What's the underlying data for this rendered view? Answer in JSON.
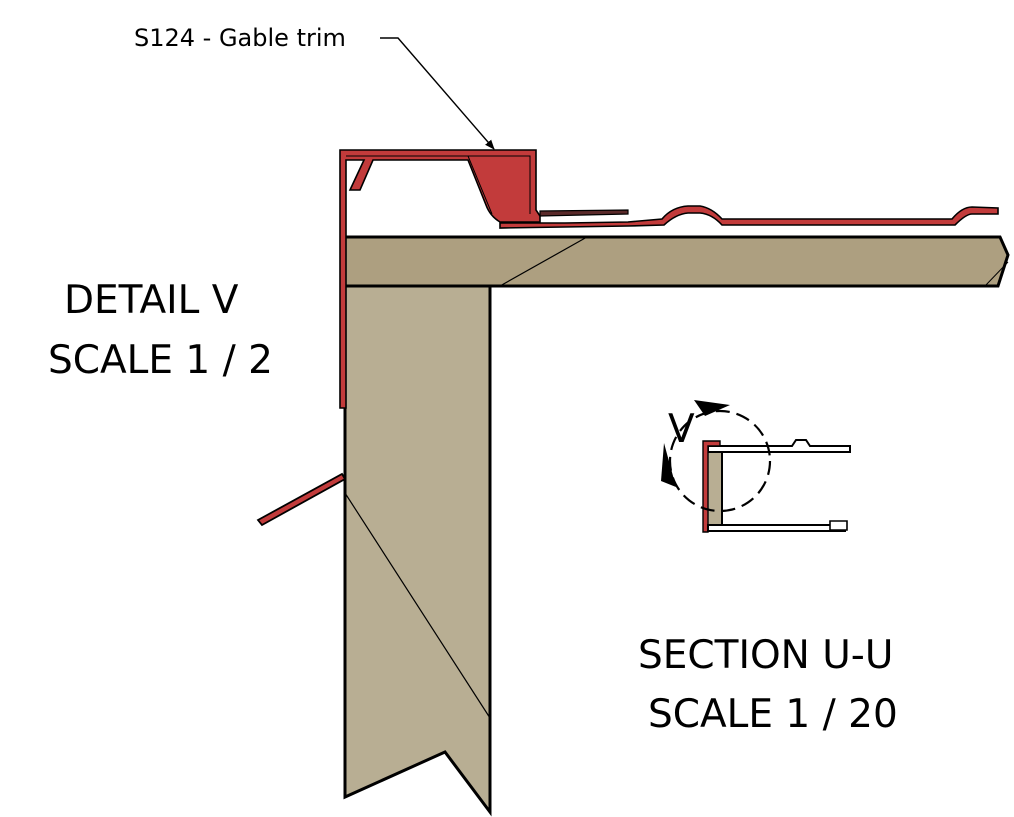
{
  "drawing": {
    "callout_label": "S124 - Gable trim",
    "detail_title": "DETAIL  V",
    "detail_scale": "SCALE 1 / 2",
    "section_title": "SECTION U-U",
    "section_scale": "SCALE 1 / 20",
    "detail_marker": "V"
  },
  "colors": {
    "wood_board": "#ad9f80",
    "wood_post": "#b8ae93",
    "trim_fill": "#c23b3b",
    "outline": "#000000",
    "background": "#ffffff"
  }
}
